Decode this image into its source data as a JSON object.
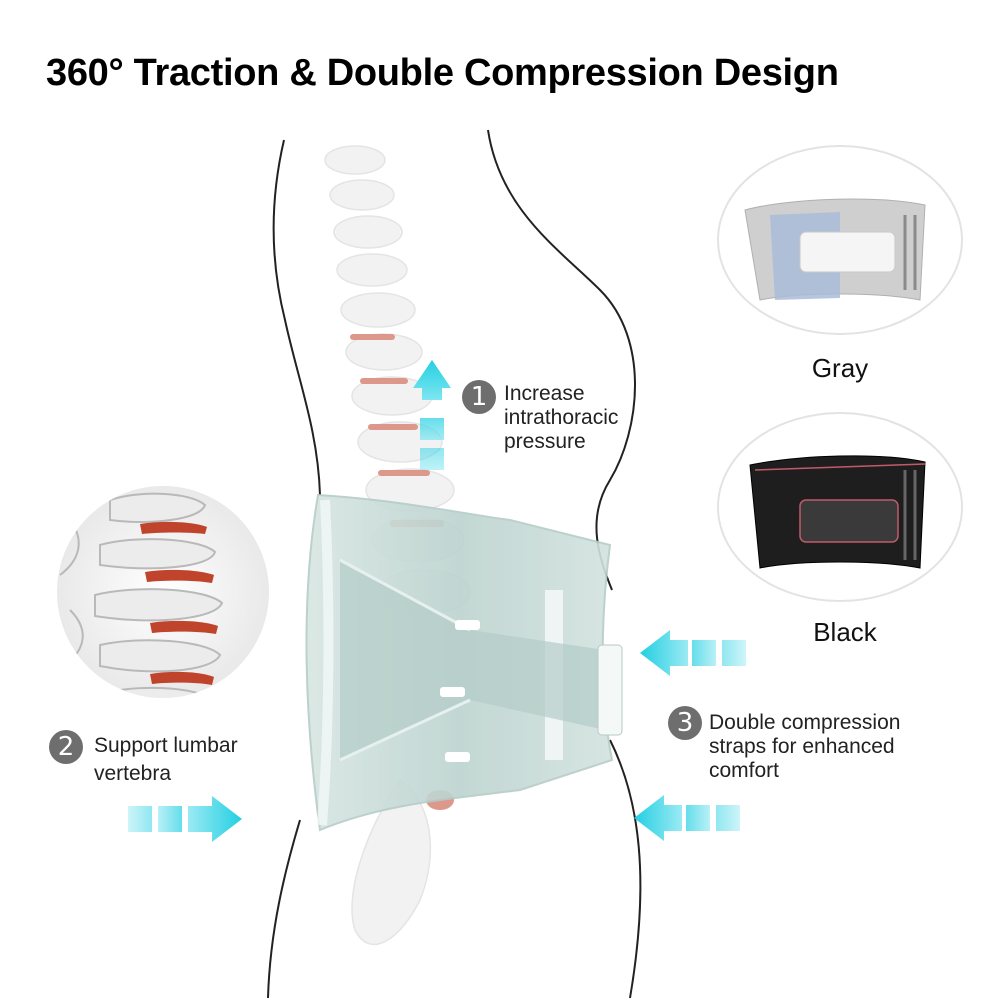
{
  "title": "360° Traction & Double Compression Design",
  "callouts": [
    {
      "number": "1",
      "lines": [
        "Increase",
        "intrathoracic",
        "pressure"
      ]
    },
    {
      "number": "2",
      "lines": [
        "Support lumbar",
        "vertebra"
      ]
    },
    {
      "number": "3",
      "lines": [
        "Double compression",
        "straps for enhanced",
        "comfort"
      ]
    }
  ],
  "variants": [
    {
      "label": "Gray"
    },
    {
      "label": "Black"
    }
  ],
  "colors": {
    "arrow": "#36d7e6",
    "brace": "#c9dcd8",
    "disc": "#c0442c",
    "badge": "#6e6e6e"
  }
}
